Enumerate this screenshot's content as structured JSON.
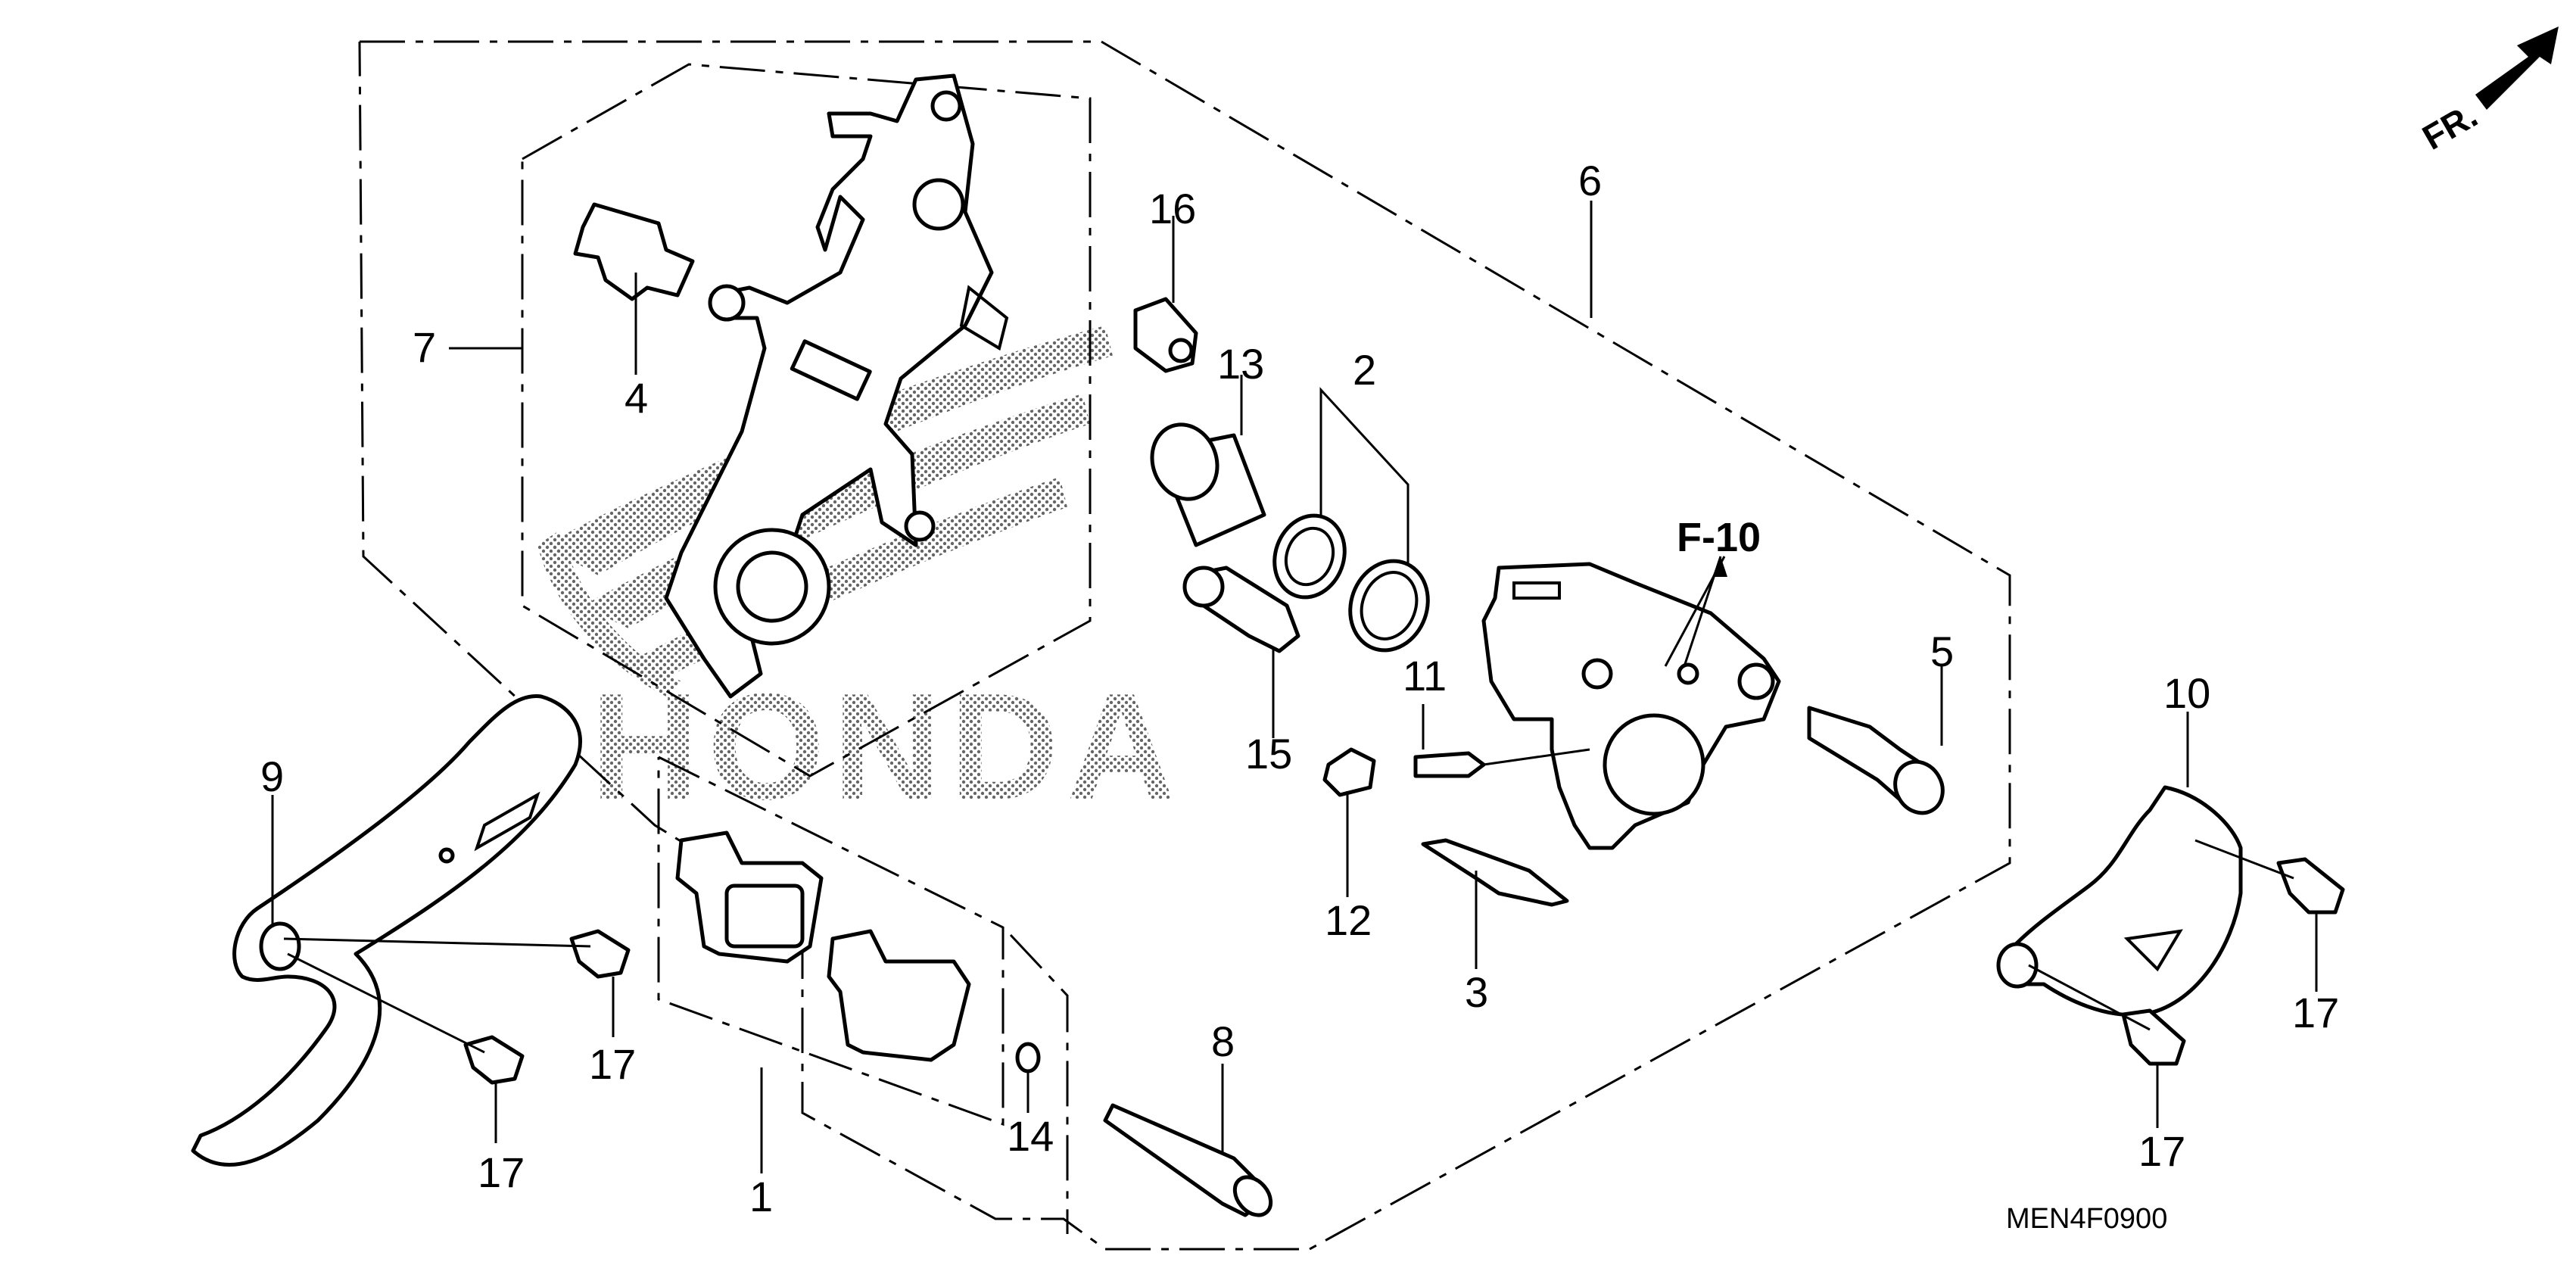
{
  "diagram": {
    "logo_text": "HONDA",
    "part_numbers": {
      "p1": "1",
      "p2": "2",
      "p3": "3",
      "p4": "4",
      "p5": "5",
      "p6": "6",
      "p7": "7",
      "p8": "8",
      "p9": "9",
      "p10": "10",
      "p11": "11",
      "p12": "12",
      "p13": "13",
      "p14": "14",
      "p15": "15",
      "p16": "16",
      "p17a": "17",
      "p17b": "17",
      "p17c": "17",
      "p17d": "17"
    },
    "section_ref": "F-10",
    "direction_label": "FR.",
    "diagram_code": "MEN4F0900"
  }
}
